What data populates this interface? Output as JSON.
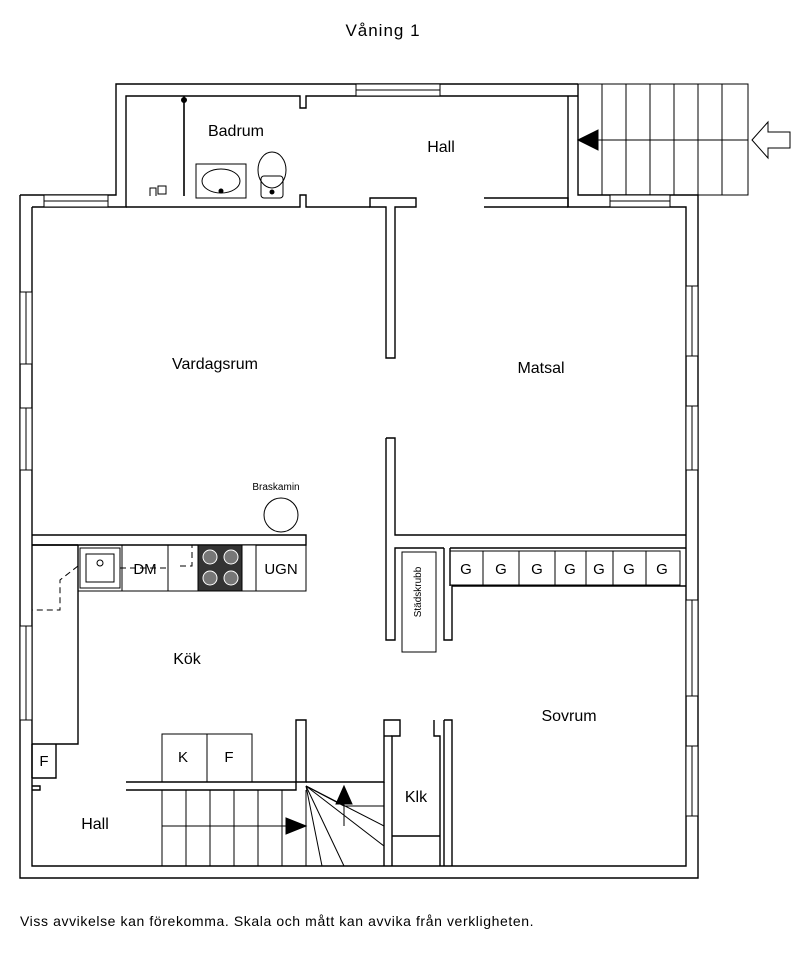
{
  "title": "Våning 1",
  "rooms": {
    "badrum": "Badrum",
    "hall_top": "Hall",
    "vardagsrum": "Vardagsrum",
    "matsal": "Matsal",
    "kok": "Kök",
    "sovrum": "Sovrum",
    "hall_bottom": "Hall",
    "klk": "Klk",
    "stadskrubb": "Städskrubb"
  },
  "fixtures": {
    "braskamin": "Braskamin",
    "dishwasher": "DM",
    "oven": "UGN",
    "fridge": "K",
    "freezer": "F",
    "freezer_left": "F",
    "wardrobes": [
      "G",
      "G",
      "G",
      "G",
      "G",
      "G",
      "G"
    ]
  },
  "colors": {
    "line": "#000000",
    "background": "#ffffff",
    "stove": "#333333"
  },
  "disclaimer": "Viss avvikelse kan förekomma. Skala och mått kan avvika från verkligheten."
}
